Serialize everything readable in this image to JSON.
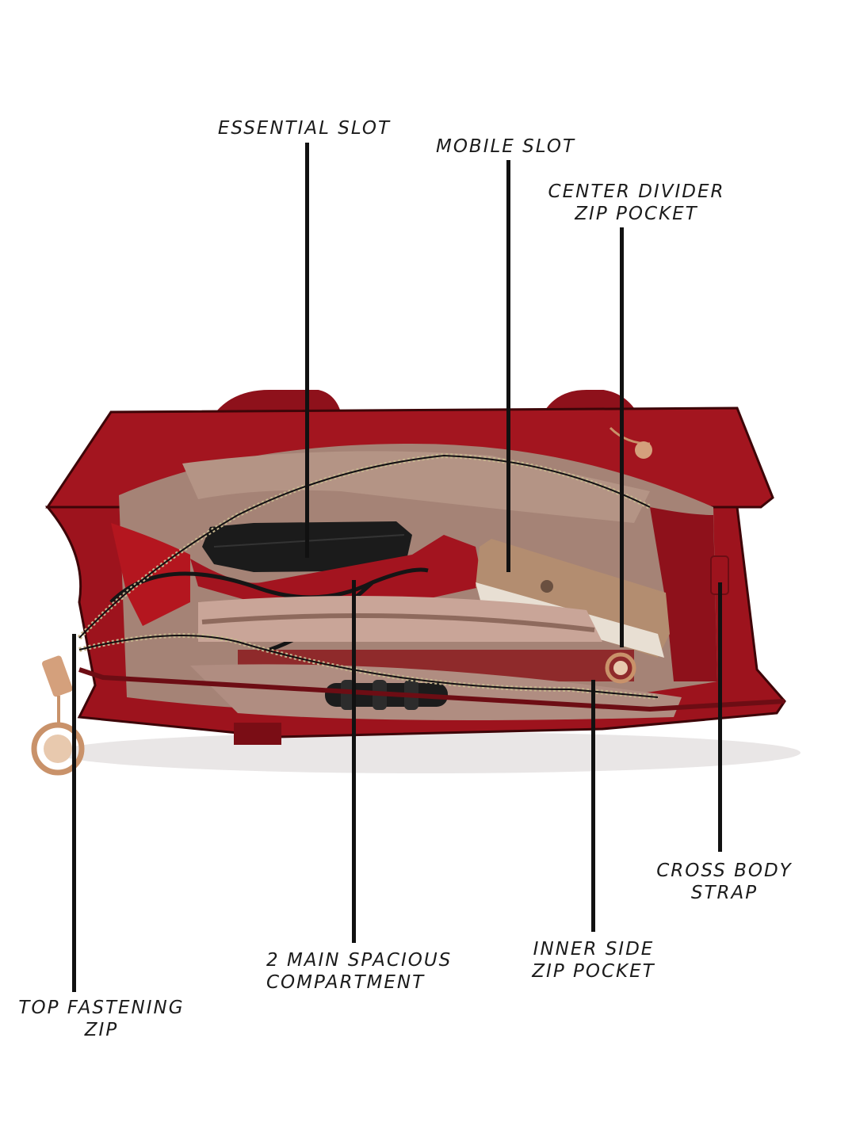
{
  "colors": {
    "bag_red": "#a3151f",
    "bag_dark": "#6d0d14",
    "lining": "#a58376",
    "lining_dark": "#7c5c52",
    "hardware_gold": "#c9926a",
    "leader_line": "#111111"
  },
  "image": {
    "subject": "open red leather handbag showing interior compartments",
    "hardware_icon": "round-logo-charm-icon"
  },
  "labels": {
    "essential_slot": "ESSENTIAL SLOT",
    "mobile_slot": "MOBILE SLOT",
    "center_divider_line1": "CENTER DIVIDER",
    "center_divider_line2": "ZIP POCKET",
    "cross_body_line1": "CROSS BODY",
    "cross_body_line2": "STRAP",
    "inner_side_line1": "INNER SIDE",
    "inner_side_line2": "ZIP POCKET",
    "main_compartment_line1": "2 MAIN SPACIOUS",
    "main_compartment_line2": "COMPARTMENT",
    "top_zip_line1": "TOP FASTENING",
    "top_zip_line2": "ZIP"
  }
}
